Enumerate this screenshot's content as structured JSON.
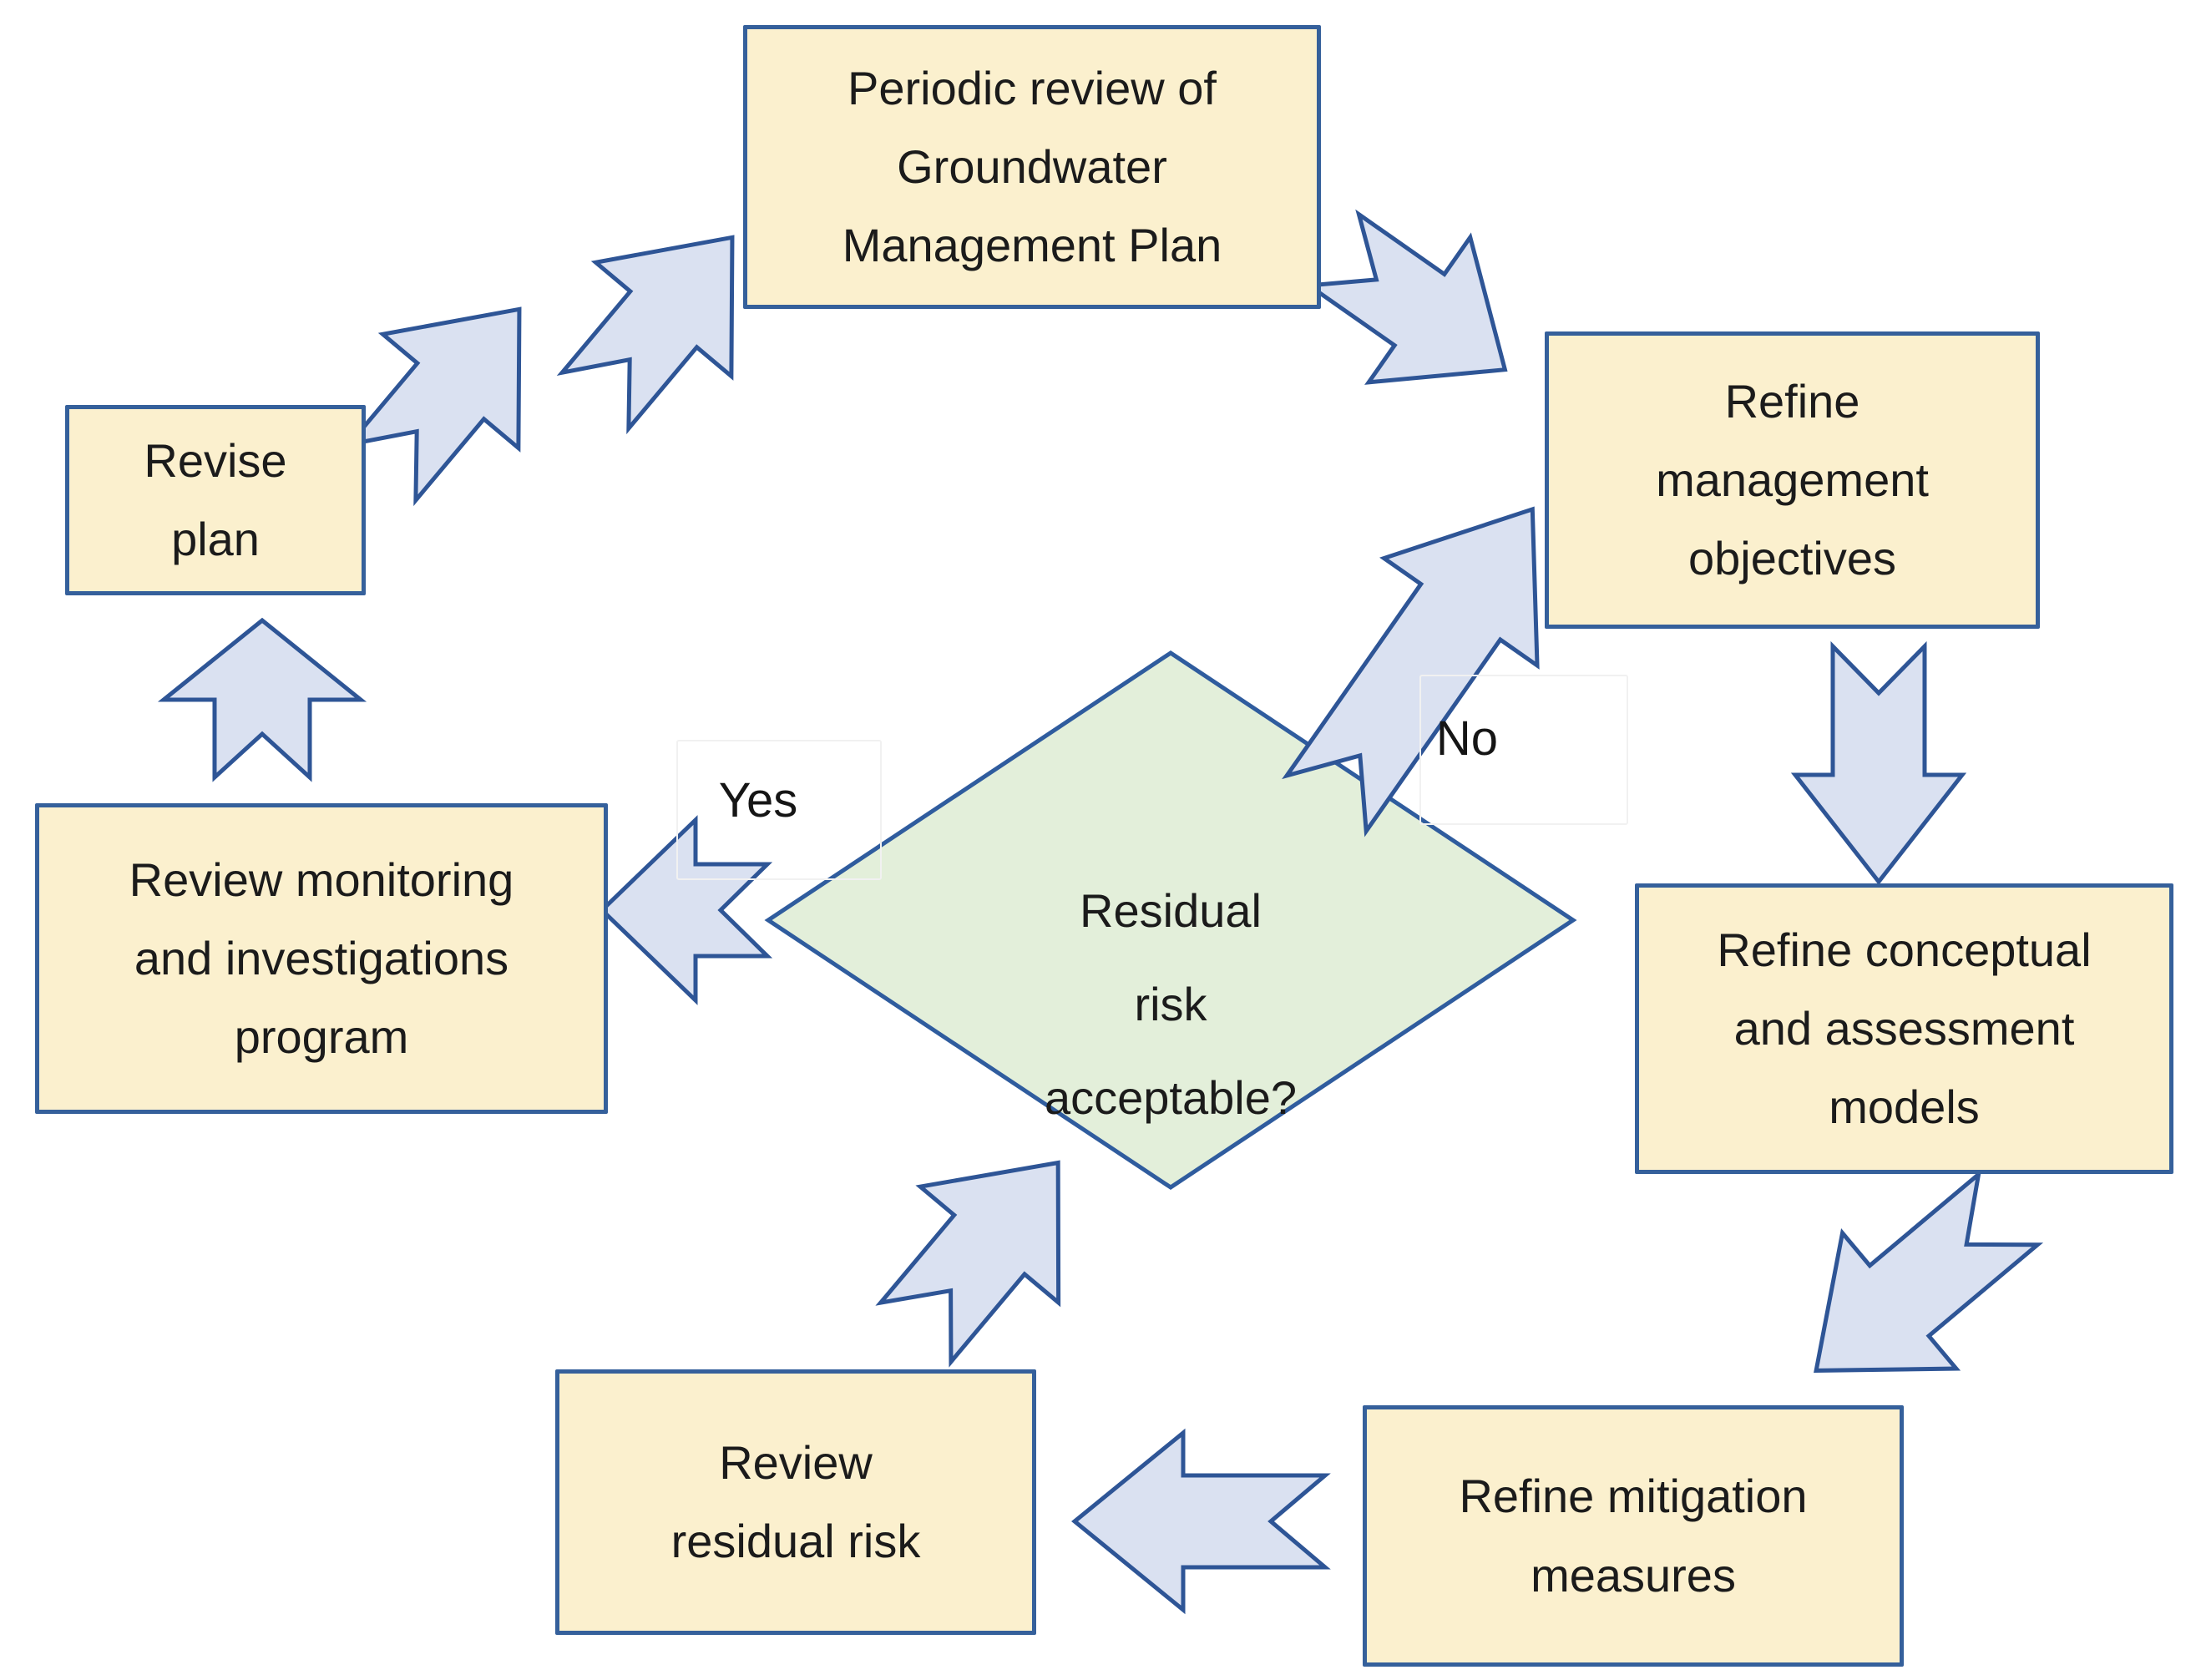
{
  "diagram": {
    "type": "flowchart",
    "background": "#ffffff"
  },
  "colors": {
    "box_fill": "#fbf0ce",
    "box_border": "#35609b",
    "diamond_fill": "#e3efda",
    "diamond_border": "#2f5c9e",
    "arrow_fill": "#dae1f1",
    "arrow_border": "#2e5596",
    "text": "#1b1b1b"
  },
  "nodes": [
    {
      "id": "periodic-review",
      "lines": [
        "Periodic review of",
        "Groundwater",
        "Management Plan"
      ]
    },
    {
      "id": "refine-objectives",
      "lines": [
        "Refine",
        "management",
        "objectives"
      ]
    },
    {
      "id": "refine-models",
      "lines": [
        "Refine conceptual",
        "and assessment",
        "models"
      ]
    },
    {
      "id": "refine-mitigation",
      "lines": [
        "Refine mitigation",
        "measures"
      ]
    },
    {
      "id": "review-residual-risk",
      "lines": [
        "Review",
        "residual risk"
      ]
    },
    {
      "id": "review-monitoring",
      "lines": [
        "Review monitoring",
        "and investigations",
        "program"
      ]
    },
    {
      "id": "revise-plan",
      "lines": [
        "Revise",
        "plan"
      ]
    }
  ],
  "decision": {
    "id": "residual-risk-acceptable",
    "lines": [
      "Residual",
      "risk",
      "acceptable?"
    ]
  },
  "edge_labels": {
    "yes": "Yes",
    "no": "No"
  },
  "arrows": [
    {
      "id": "arrow-revise-to-periodic-a",
      "from": "revise-plan",
      "to": "periodic-review"
    },
    {
      "id": "arrow-revise-to-periodic-b",
      "from": "revise-plan",
      "to": "periodic-review"
    },
    {
      "id": "arrow-periodic-to-objectives",
      "from": "periodic-review",
      "to": "refine-objectives"
    },
    {
      "id": "arrow-objectives-to-models",
      "from": "refine-objectives",
      "to": "refine-models"
    },
    {
      "id": "arrow-models-to-mitigation",
      "from": "refine-models",
      "to": "refine-mitigation"
    },
    {
      "id": "arrow-mitigation-to-review-risk",
      "from": "refine-mitigation",
      "to": "review-residual-risk"
    },
    {
      "id": "arrow-review-risk-to-decision",
      "from": "review-residual-risk",
      "to": "residual-risk-acceptable"
    },
    {
      "id": "arrow-decision-to-monitoring-yes",
      "from": "residual-risk-acceptable",
      "to": "review-monitoring",
      "label": "Yes"
    },
    {
      "id": "arrow-monitoring-to-revise",
      "from": "review-monitoring",
      "to": "revise-plan"
    },
    {
      "id": "arrow-decision-to-objectives-no",
      "from": "residual-risk-acceptable",
      "to": "refine-objectives",
      "label": "No"
    }
  ]
}
